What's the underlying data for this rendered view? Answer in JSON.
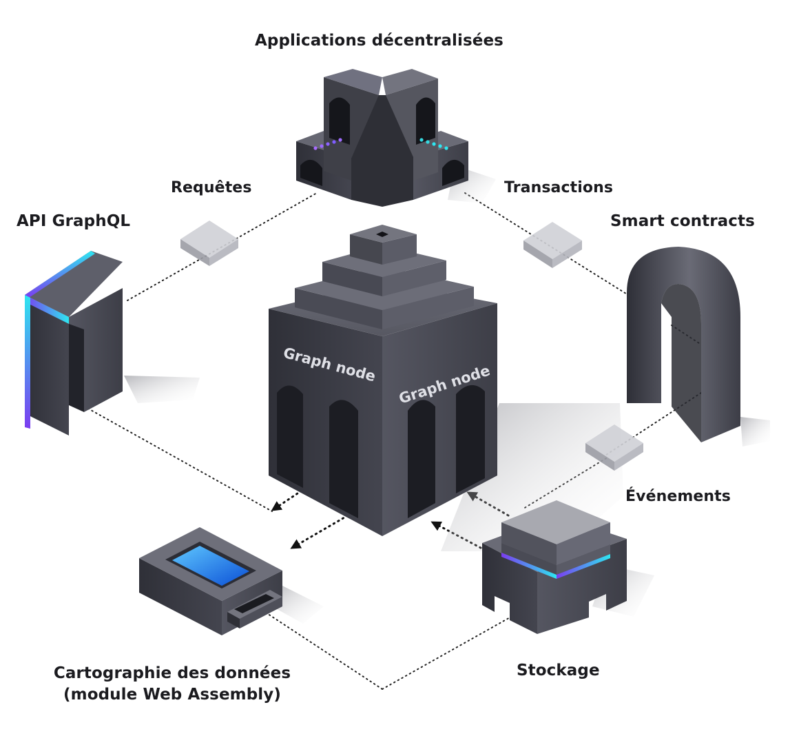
{
  "labels": {
    "dapps": "Applications décentralisées",
    "queries": "Requêtes",
    "transactions": "Transactions",
    "graphql": "API GraphQL",
    "smart_contracts": "Smart contracts",
    "events": "Événements",
    "mapping_line1": "Cartographie des données",
    "mapping_line2": "(module Web Assembly)",
    "storage": "Stockage"
  },
  "center": {
    "face_left": "Graph node",
    "face_right": "Graph node"
  },
  "colors": {
    "block_top": "#5a5b66",
    "block_left": "#3a3b44",
    "block_right": "#4a4b55",
    "accent_cyan": "#2ee6f0",
    "accent_purple": "#7b3cf0",
    "wasm_blue": "#1e7ef0"
  }
}
